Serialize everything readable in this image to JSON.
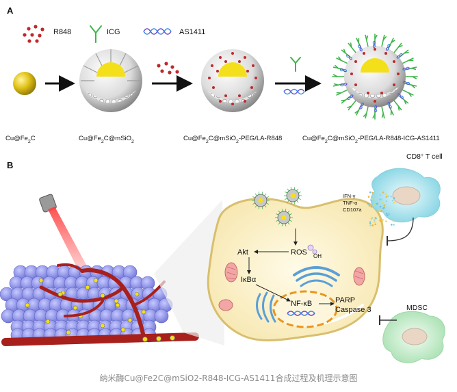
{
  "panel_a": {
    "label": "A",
    "legend": {
      "r848": "R848",
      "icg": "ICG",
      "as1411": "AS1411"
    },
    "stages": {
      "core": "Cu@Fe",
      "core_sub": "2",
      "core_tail": "C",
      "silica": "Cu@Fe",
      "silica_sub": "2",
      "silica_mid": "C@mSiO",
      "silica_sub2": "2",
      "loaded": "Cu@Fe",
      "loaded_sub": "2",
      "loaded_mid": "C@mSiO",
      "loaded_sub2": "2",
      "loaded_tail": "-PEG/LA-R848",
      "final": "Cu@Fe",
      "final_sub": "2",
      "final_mid": "C@mSiO",
      "final_sub2": "2",
      "final_tail": "-PEG/LA-R848-ICG-AS1411"
    }
  },
  "panel_b": {
    "label": "B",
    "cd8": {
      "pre": "CD8",
      "sup": "+",
      "post": " T cell"
    },
    "cytokines": [
      "IFN-γ",
      "TNF-α",
      "CD107a"
    ],
    "ros": "ROS",
    "oh": "OH",
    "akt": "Akt",
    "ikba": "IκBα",
    "nfkb": "NF-κB",
    "parp": "PARP",
    "caspase": "Caspase 3",
    "mdsc": "MDSC"
  },
  "caption": "纳米酶Cu@Fe2C@mSiO2-R848-ICG-AS1411合成过程及机理示意图",
  "colors": {
    "r848_dot": "#c0282c",
    "icg": "#3fb54a",
    "as1411": "#6a4bd0",
    "gold": "#f2d21a",
    "vessel": "#a8201c",
    "tumor": "#8a8fe6",
    "cell_fill": "#fbf1cf",
    "cell_stroke": "#d8bf6e",
    "nucleus": "#e8961e",
    "cd8_cell": "#a7e4ee",
    "mdsc_cell": "#bfe9c6"
  }
}
